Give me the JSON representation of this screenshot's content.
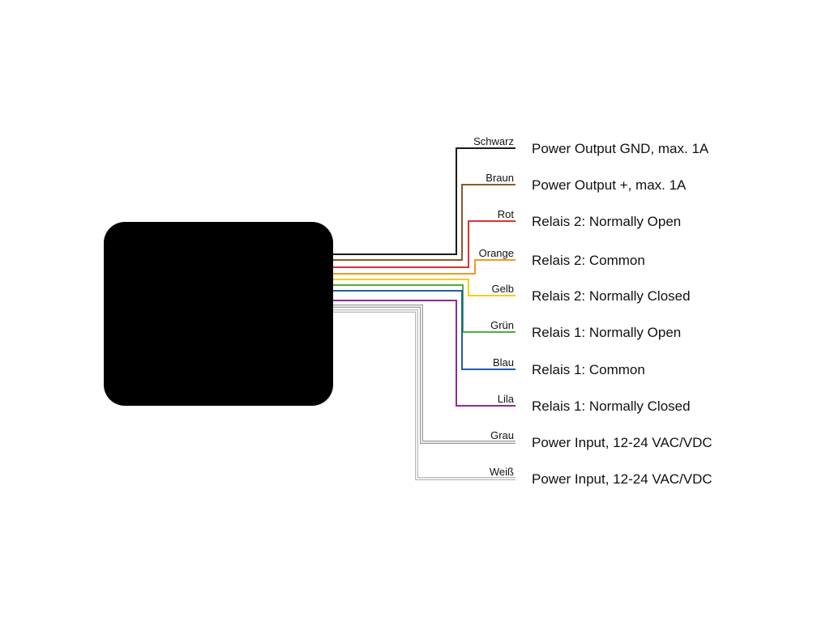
{
  "wires": [
    {
      "color_name": "Schwarz",
      "function": "Power Output GND, max. 1A",
      "stroke": "#1a1a1a"
    },
    {
      "color_name": "Braun",
      "function": "Power Output +, max. 1A",
      "stroke": "#8a5a2b"
    },
    {
      "color_name": "Rot",
      "function": "Relais 2: Normally Open",
      "stroke": "#e03030"
    },
    {
      "color_name": "Orange",
      "function": "Relais 2: Common",
      "stroke": "#f39a1e"
    },
    {
      "color_name": "Gelb",
      "function": "Relais 2: Normally Closed",
      "stroke": "#f2cf1d"
    },
    {
      "color_name": "Grün",
      "function": "Relais 1: Normally Open",
      "stroke": "#4caf3c"
    },
    {
      "color_name": "Blau",
      "function": "Relais 1: Common",
      "stroke": "#1f5fae"
    },
    {
      "color_name": "Lila",
      "function": "Relais 1: Normally Closed",
      "stroke": "#8e2a9a"
    },
    {
      "color_name": "Grau",
      "function": "Power Input, 12-24 VAC/VDC",
      "stroke": "#9a9a9a"
    },
    {
      "color_name": "Weiß",
      "function": "Power Input, 12-24 VAC/VDC",
      "stroke": "#b8b8b8"
    }
  ]
}
